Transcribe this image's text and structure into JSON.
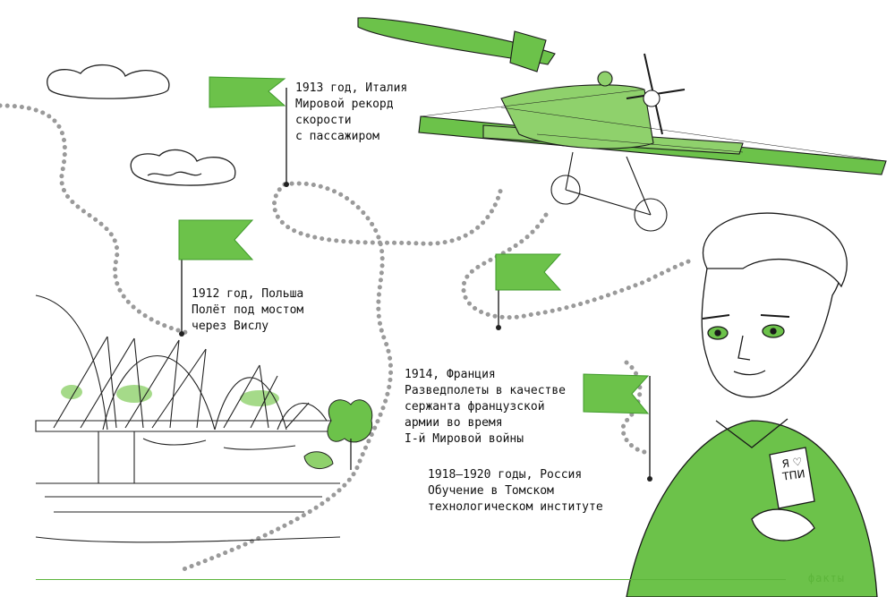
{
  "colors": {
    "accent": "#6cc24a",
    "accent_dark": "#3f9a2a",
    "ink": "#111111",
    "dots": "#9a9a9a"
  },
  "milestones": [
    {
      "id": "1913",
      "flag_icon": "green-flag-icon",
      "lines": [
        "1913 год, Италия",
        "Мировой рекорд",
        "скорости",
        "с пассажиром"
      ]
    },
    {
      "id": "1912",
      "flag_icon": "green-flag-icon",
      "lines": [
        "1912 год, Польша",
        "Полёт под мостом",
        "через Вислу"
      ]
    },
    {
      "id": "1914",
      "flag_icon": "green-flag-icon",
      "lines": [
        "1914, Франция",
        "Разведполеты в качестве",
        "сержанта французской",
        "армии во время",
        "I-й Мировой войны"
      ]
    },
    {
      "id": "1918",
      "flag_icon": "green-flag-icon",
      "lines": [
        "1918–1920 годы, Россия",
        "Обучение в Томском",
        "технологическом институте"
      ]
    }
  ],
  "badge": {
    "line1": "Я ♡",
    "line2": "ТПИ"
  },
  "footer": {
    "label": "факты"
  },
  "illustrations": [
    "cloud-icon",
    "cloud-icon",
    "bridge-icon",
    "biplane-icon",
    "aviator-portrait-icon"
  ]
}
